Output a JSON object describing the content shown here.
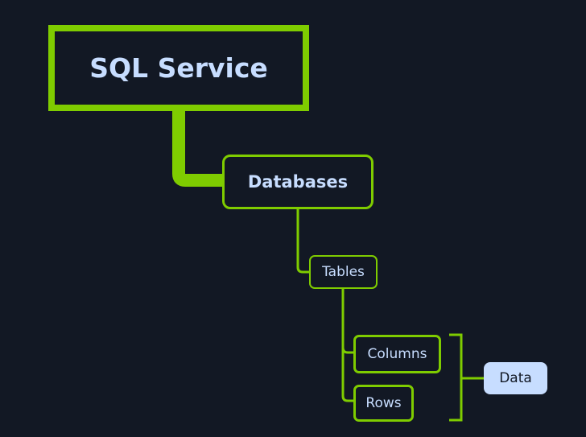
{
  "nodes": {
    "root": "SQL Service",
    "databases": "Databases",
    "tables": "Tables",
    "columns": "Columns",
    "rows": "Rows",
    "data": "Data"
  },
  "colors": {
    "background": "#121824",
    "accent_green": "#7fcc00",
    "text_light": "#c7ddff",
    "data_fill": "#c7ddff"
  }
}
